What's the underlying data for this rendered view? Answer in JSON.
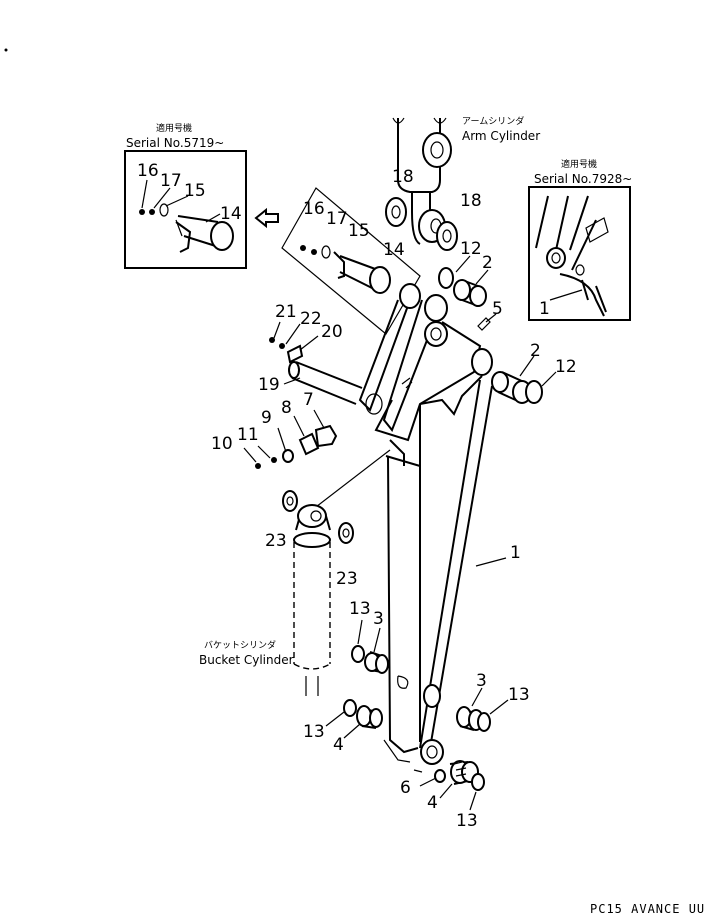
{
  "labels": {
    "arm_cylinder_jp": "アームシリンダ",
    "arm_cylinder_en": "Arm Cylinder",
    "bucket_cylinder_jp": "バケットシリンダ",
    "bucket_cylinder_en": "Bucket Cylinder",
    "footer": "PC15 AVANCE UU"
  },
  "inset_left": {
    "heading_jp": "適用号機",
    "serial": "Serial No.5719~",
    "parts": [
      "16",
      "17",
      "15",
      "14"
    ]
  },
  "inset_right": {
    "heading_jp": "適用号機",
    "serial": "Serial No.7928~",
    "parts": [
      "1"
    ]
  },
  "callouts": {
    "p16": "16",
    "p17": "17",
    "p15": "15",
    "p14": "14",
    "p18a": "18",
    "p18b": "18",
    "p12a": "12",
    "p2a": "2",
    "p5": "5",
    "p21": "21",
    "p22": "22",
    "p20": "20",
    "p19": "19",
    "p2b": "2",
    "p12b": "12",
    "p7": "7",
    "p8": "8",
    "p9": "9",
    "p10": "10",
    "p11": "11",
    "p1": "1",
    "p23a": "23",
    "p23b": "23",
    "p13a": "13",
    "p3a": "3",
    "p3b": "3",
    "p13b": "13",
    "p13c": "13",
    "p4a": "4",
    "p6": "6",
    "p4b": "4",
    "p13d": "13"
  }
}
